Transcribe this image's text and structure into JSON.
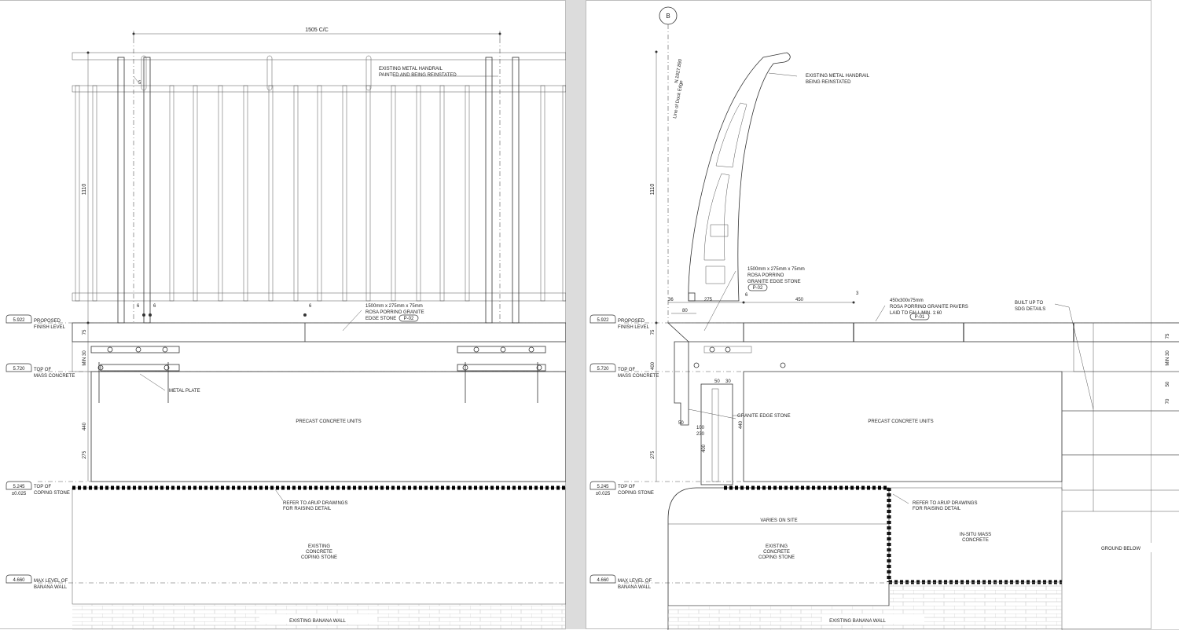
{
  "left": {
    "dim_spacing": "1505 C/C",
    "dim_height": "1110",
    "dim_5": "5",
    "dim_6a": "6",
    "dim_6b": "6",
    "dim_6c": "6",
    "dim_75": "75",
    "dim_min30": "MIN 30",
    "dim_440": "440",
    "dim_275": "275",
    "handrail_note": [
      "EXISTING METAL HANDRAIL",
      "PAINTED AND BEING REINSTATED"
    ],
    "edge_stone_note": [
      "1500mm x 275mm x 75mm",
      "ROSA PORRINO GRANITE",
      "EDGE STONE"
    ],
    "edge_stone_tag": "P-02",
    "metal_plate": "METAL PLATE",
    "precast": "PRECAST CONCRETE UNITS",
    "refer_note": [
      "REFER TO ARUP DRAWINGS",
      "FOR RAISING DETAIL"
    ],
    "coping": [
      "EXISTING",
      "CONCRETE",
      "COPING STONE"
    ],
    "banana_wall": "EXISTING BANANA WALL"
  },
  "right": {
    "section_marker": "B",
    "dock_edge": "Line of Dock Edge",
    "dock_rotated": "N.1827.890",
    "dim_height": "1110",
    "handrail_note": [
      "EXISTING METAL HANDRAIL",
      "BEING REINSTATED"
    ],
    "edge_stone_note": [
      "1500mm x 275mm x 75mm",
      "ROSA PORRINO",
      "GRANITE EDGE STONE"
    ],
    "edge_stone_tag": "P-02",
    "pavers_note": [
      "450x300x75mm",
      "ROSA PORRINO GRANITE PAVERS",
      "LAID TO FALL MIN. 1:60"
    ],
    "pavers_tag": "P-01",
    "built_up": [
      "BUILT UP TO",
      "SDG DETAILS"
    ],
    "dim_36": "36",
    "dim_275": "275",
    "dim_6": "6",
    "dim_450": "450",
    "dim_3": "3",
    "dim_80": "80",
    "dim_75": "75",
    "dim_400a": "400",
    "dim_50a": "50",
    "dim_30": "30",
    "dim_50b": "50",
    "dim_100": "100",
    "dim_230": "230",
    "dim_440": "440",
    "dim_400b": "400",
    "dim_275b": "275",
    "dim_r75": "75",
    "dim_rmin30": "MIN 30",
    "dim_r50": "50",
    "dim_r70": "70",
    "granite_edge": "GRANITE EDGE STONE",
    "precast": "PRECAST CONCRETE UNITS",
    "varies": "VARIES ON SITE",
    "refer_note": [
      "REFER TO ARUP DRAWINGS",
      "FOR RAISING DETAIL"
    ],
    "insitu": [
      "IN-SITU MASS",
      "CONCRETE"
    ],
    "ground_below": "GROUND BELOW",
    "coping": [
      "EXISTING",
      "CONCRETE",
      "COPING STONE"
    ],
    "banana_wall": "EXISTING BANANA WALL"
  },
  "levels": [
    {
      "value": "5.922",
      "label": [
        "PROPOSED",
        "FINISH LEVEL"
      ]
    },
    {
      "value": "5.720",
      "label": [
        "TOP OF",
        "MASS CONCRETE"
      ]
    },
    {
      "value": "5.245",
      "sub": "±0.025",
      "label": [
        "TOP OF",
        "COPING STONE"
      ]
    },
    {
      "value": "4.660",
      "label": [
        "MAX LEVEL OF",
        "BANANA WALL"
      ]
    }
  ]
}
